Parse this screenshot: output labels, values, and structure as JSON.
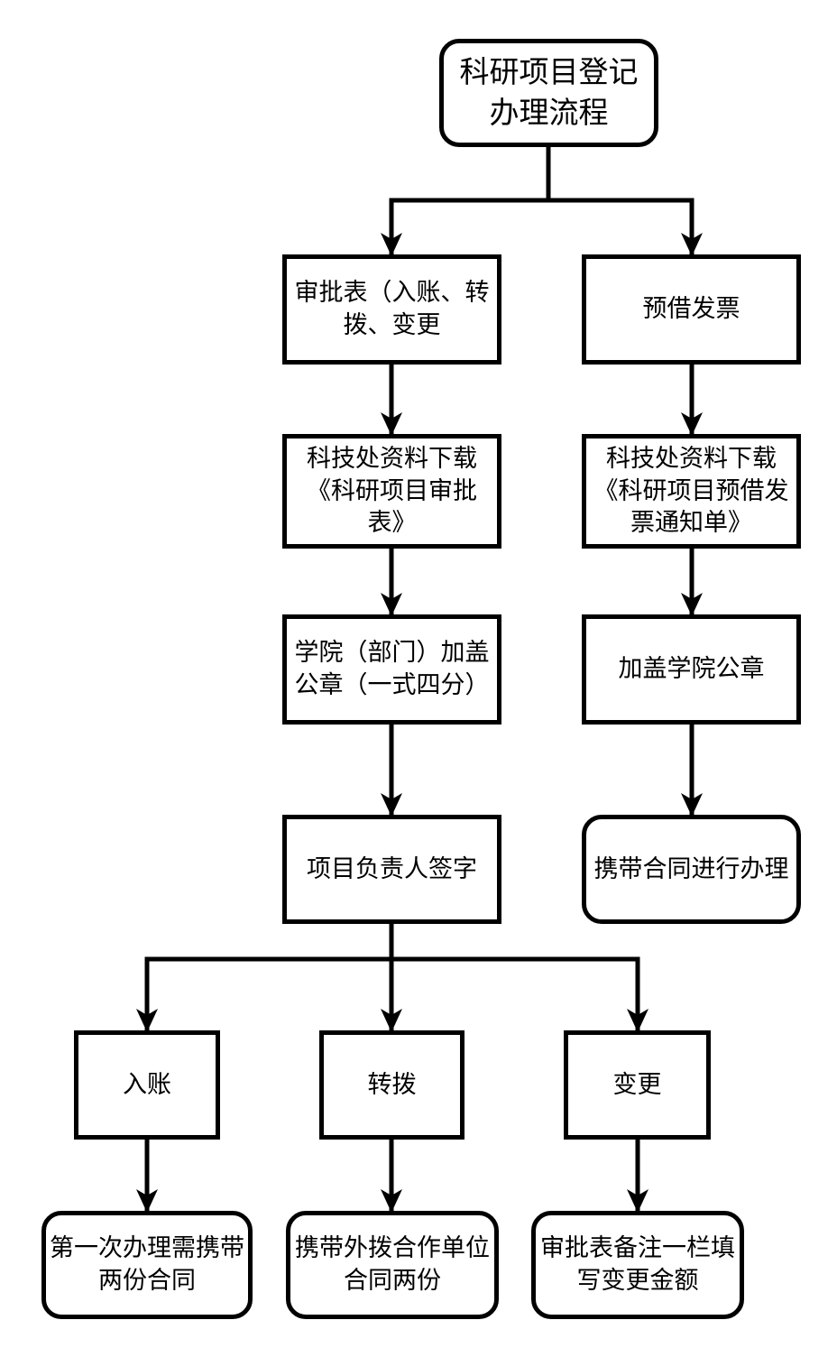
{
  "diagram": {
    "title": "科研项目登记办理流程",
    "stroke_color": "#000000",
    "fill_color": "#ffffff",
    "text_color": "#000000",
    "nodes": {
      "start": {
        "label": "科研项目登记\n办理流程",
        "shape": "rounded"
      },
      "approval_form": {
        "label": "审批表（入账、转\n拨、变更",
        "shape": "rect"
      },
      "invoice": {
        "label": "预借发票",
        "shape": "rect"
      },
      "download_approval": {
        "label": "科技处资料下载\n《科研项目审批\n表》",
        "shape": "rect"
      },
      "download_invoice": {
        "label": "科技处资料下载\n《科研项目预借发\n票通知单》",
        "shape": "rect"
      },
      "college_seal_four": {
        "label": "学院（部门）加盖\n公章（一式四分）",
        "shape": "rect"
      },
      "college_seal": {
        "label": "加盖学院公章",
        "shape": "rect"
      },
      "leader_sign": {
        "label": "项目负责人签字",
        "shape": "rect"
      },
      "bring_contract": {
        "label": "携带合同进行办理",
        "shape": "rounded"
      },
      "ruzhang": {
        "label": "入账",
        "shape": "rect"
      },
      "zhuanbo": {
        "label": "转拨",
        "shape": "rect"
      },
      "biangeng": {
        "label": "变更",
        "shape": "rect"
      },
      "first_time": {
        "label": "第一次办理需携带\n两份合同",
        "shape": "rounded"
      },
      "waibo_contract": {
        "label": "携带外拨合作单位\n合同两份",
        "shape": "rounded"
      },
      "remark_amount": {
        "label": "审批表备注一栏填\n写变更金额",
        "shape": "rounded"
      }
    },
    "edges": [
      {
        "from": "start",
        "to": "approval_form"
      },
      {
        "from": "start",
        "to": "invoice"
      },
      {
        "from": "approval_form",
        "to": "download_approval"
      },
      {
        "from": "download_approval",
        "to": "college_seal_four"
      },
      {
        "from": "college_seal_four",
        "to": "leader_sign"
      },
      {
        "from": "invoice",
        "to": "download_invoice"
      },
      {
        "from": "download_invoice",
        "to": "college_seal"
      },
      {
        "from": "college_seal",
        "to": "bring_contract"
      },
      {
        "from": "leader_sign",
        "to": "ruzhang"
      },
      {
        "from": "leader_sign",
        "to": "zhuanbo"
      },
      {
        "from": "leader_sign",
        "to": "biangeng"
      },
      {
        "from": "ruzhang",
        "to": "first_time"
      },
      {
        "from": "zhuanbo",
        "to": "waibo_contract"
      },
      {
        "from": "biangeng",
        "to": "remark_amount"
      }
    ]
  }
}
